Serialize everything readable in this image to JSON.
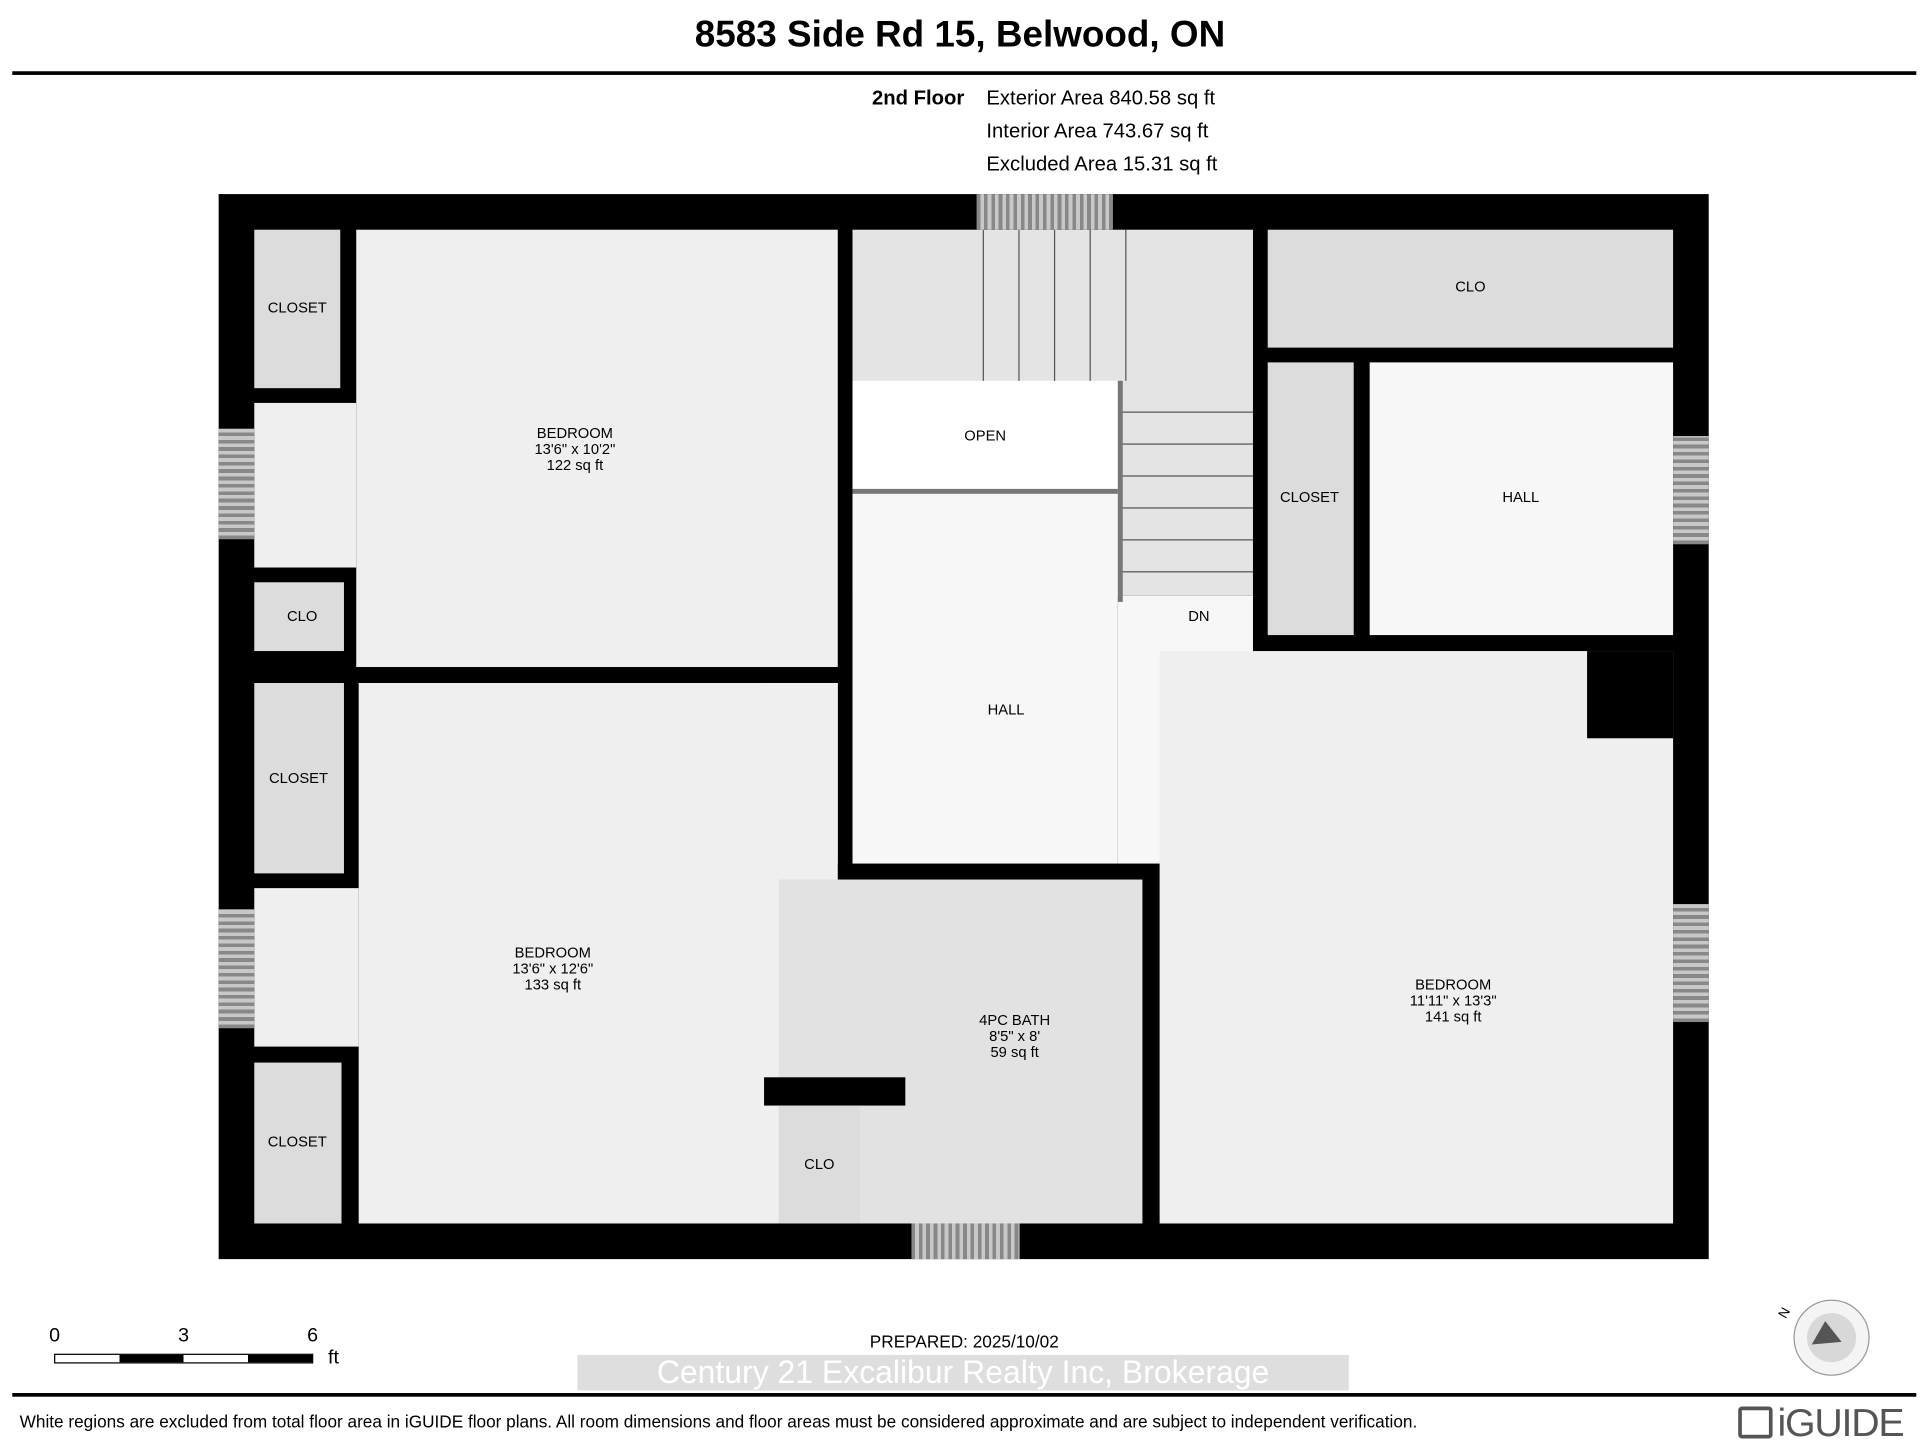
{
  "header": {
    "title": "8583 Side Rd 15, Belwood, ON"
  },
  "summary": {
    "floor": "2nd Floor",
    "exterior": "Exterior Area 840.58 sq ft",
    "interior": "Interior Area 743.67 sq ft",
    "excluded": "Excluded Area 15.31 sq ft"
  },
  "rooms": {
    "bedroom1": {
      "name": "BEDROOM",
      "dims": "13'6\" x 10'2\"",
      "area": "122 sq ft"
    },
    "bedroom2": {
      "name": "BEDROOM",
      "dims": "13'6\" x 12'6\"",
      "area": "133 sq ft"
    },
    "bedroom3": {
      "name": "BEDROOM",
      "dims": "11'11\" x 13'3\"",
      "area": "141 sq ft"
    },
    "bath": {
      "name": "4PC BATH",
      "dims": "8'5\" x 8'",
      "area": "59 sq ft"
    },
    "closet_tl": "CLOSET",
    "clo_l": "CLO",
    "closet_ml": "CLOSET",
    "closet_bl": "CLOSET",
    "clo_bath": "CLO",
    "open": "OPEN",
    "hall_center": "HALL",
    "dn": "DN",
    "clo_tr": "CLO",
    "closet_r": "CLOSET",
    "hall_r": "HALL"
  },
  "scale": {
    "ticks": [
      "0",
      "3",
      "6"
    ],
    "unit": "ft"
  },
  "prepared": "PREPARED: 2025/10/02",
  "watermark": "Century 21 Excalibur Realty Inc, Brokerage",
  "footer": {
    "disclaimer": "White regions are excluded from total floor area in iGUIDE floor plans. All room dimensions and floor areas must be considered approximate and are subject to independent verification.",
    "brand": "iGUIDE"
  },
  "compass": {
    "label": "N"
  },
  "colors": {
    "wall": "#000000",
    "room": "#efefef",
    "closet": "#dcdcdc",
    "excluded": "#ffffff"
  }
}
